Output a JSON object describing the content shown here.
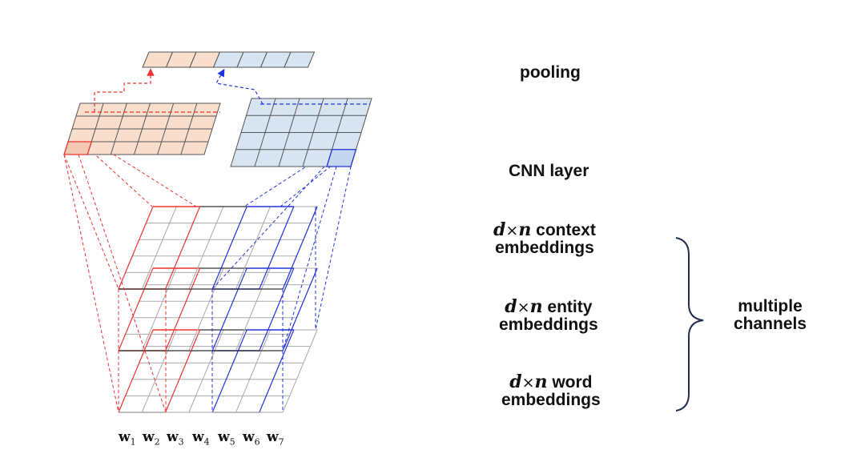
{
  "labels": {
    "pooling": "pooling",
    "cnn_layer": "CNN layer",
    "d": "d",
    "times": "×",
    "n": "n",
    "context_line1": " context",
    "context_line2": "embeddings",
    "entity_line1": " entity",
    "entity_line2": "embeddings",
    "word_line1": " word",
    "word_line2": "embeddings",
    "multiple_channels_line1": "multiple",
    "multiple_channels_line2": "channels"
  },
  "word_labels": [
    {
      "base": "w",
      "sub": "1"
    },
    {
      "base": "w",
      "sub": "2"
    },
    {
      "base": "w",
      "sub": "3"
    },
    {
      "base": "w",
      "sub": "4"
    },
    {
      "base": "w",
      "sub": "5"
    },
    {
      "base": "w",
      "sub": "6"
    },
    {
      "base": "w",
      "sub": "7"
    }
  ],
  "colors": {
    "red": "#ee3333",
    "blue": "#2233dd",
    "gray_grid": "#aaaaaa",
    "dark_grid": "#555555",
    "peach_fill": "#f8decb",
    "blue_fill": "#d7e5f3",
    "text": "#111111",
    "brace": "#1f2d4d"
  }
}
